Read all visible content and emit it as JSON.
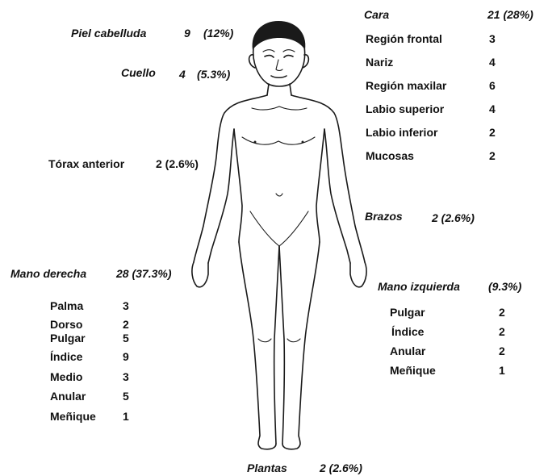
{
  "labels": {
    "scalp": {
      "name": "Piel cabelluda",
      "value": "9",
      "pct": "(12%)"
    },
    "neck": {
      "name": "Cuello",
      "value": "4",
      "pct": "(5.3%)"
    },
    "chest": {
      "name": "Tórax anterior",
      "value": "2 (2.6%)"
    },
    "right_hand": {
      "name": "Mano  derecha",
      "value": "28 (37.3%)"
    },
    "face": {
      "name": "Cara",
      "value": "21 (28%)"
    },
    "arms": {
      "name": "Brazos",
      "value": "2  (2.6%)"
    },
    "left_hand": {
      "name": "Mano izquierda",
      "pct": "(9.3%)"
    },
    "soles": {
      "name": "Plantas",
      "value": "2 (2.6%)"
    }
  },
  "face_items": [
    {
      "label": "Región frontal",
      "value": "3"
    },
    {
      "label": "Nariz",
      "value": "4"
    },
    {
      "label": "Región maxilar",
      "value": "6"
    },
    {
      "label": "Labio superior",
      "value": "4"
    },
    {
      "label": "Labio inferior",
      "value": "2"
    },
    {
      "label": "Mucosas",
      "value": "2"
    }
  ],
  "right_hand_items": [
    {
      "label": "Palma",
      "value": "3"
    },
    {
      "label": "Dorso",
      "value": "2"
    },
    {
      "label": "Pulgar",
      "value": "5"
    },
    {
      "label": "Índice",
      "value": "9"
    },
    {
      "label": "Medio",
      "value": "3"
    },
    {
      "label": "Anular",
      "value": "5"
    },
    {
      "label": "Meñique",
      "value": "1"
    }
  ],
  "left_hand_items": [
    {
      "label": "Pulgar",
      "value": "2"
    },
    {
      "label": "Índice",
      "value": "2"
    },
    {
      "label": "Anular",
      "value": "2"
    },
    {
      "label": "Meñique",
      "value": "1"
    }
  ]
}
